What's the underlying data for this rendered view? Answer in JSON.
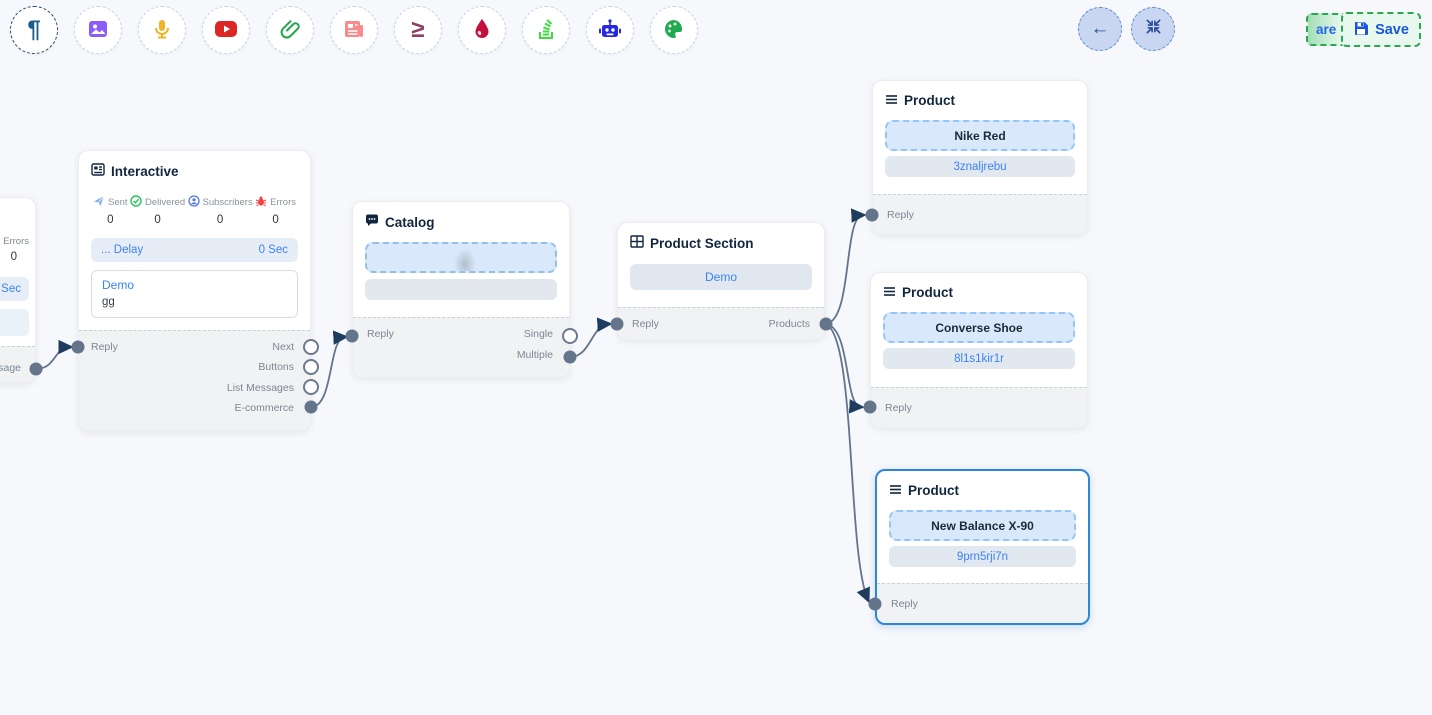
{
  "toolbar": {
    "pilcrow_glyph": "¶",
    "gte_glyph": "≥",
    "icons": [
      "text-pilcrow",
      "image",
      "microphone",
      "youtube",
      "attachment",
      "newspaper",
      "greater-equal",
      "droplet",
      "stack",
      "robot",
      "palette"
    ]
  },
  "top_right": {
    "back_glyph": "←",
    "share_partial_label": "are",
    "save_label": "Save"
  },
  "nodes": {
    "offscreen": {
      "errors_label": "Errors",
      "errors_value": "0",
      "delay_value": "Sec",
      "output_label": "essage"
    },
    "interactive": {
      "title": "Interactive",
      "stats": [
        {
          "label": "Sent",
          "value": "0"
        },
        {
          "label": "Delivered",
          "value": "0"
        },
        {
          "label": "Subscribers",
          "value": "0"
        },
        {
          "label": "Errors",
          "value": "0"
        }
      ],
      "delay_label": "... Delay",
      "delay_value": "0 Sec",
      "message_title": "Demo",
      "message_text": "gg",
      "input_label": "Reply",
      "outputs": [
        "Next",
        "Buttons",
        "List Messages",
        "E-commerce"
      ]
    },
    "catalog": {
      "title": "Catalog",
      "input_label": "Reply",
      "outputs": [
        "Single",
        "Multiple"
      ]
    },
    "product_section": {
      "title": "Product Section",
      "button_label": "Demo",
      "input_label": "Reply",
      "output_label": "Products"
    },
    "products": [
      {
        "title": "Product",
        "name": "Nike Red",
        "retailer_id": "3znaljrebu",
        "input_label": "Reply"
      },
      {
        "title": "Product",
        "name": "Converse Shoe",
        "retailer_id": "8l1s1kir1r",
        "input_label": "Reply"
      },
      {
        "title": "Product",
        "name": "New Balance X-90",
        "retailer_id": "9prn5rji7n",
        "input_label": "Reply",
        "selected": true
      }
    ]
  },
  "edges": [
    {
      "from": "offscreen-message-output",
      "to": "interactive-reply-input"
    },
    {
      "from": "interactive-ecommerce-output",
      "to": "catalog-reply-input"
    },
    {
      "from": "catalog-multiple-output",
      "to": "product-section-reply-input"
    },
    {
      "from": "product-section-products-output",
      "to": "product-1-reply-input"
    },
    {
      "from": "product-section-products-output",
      "to": "product-2-reply-input"
    },
    {
      "from": "product-section-products-output",
      "to": "product-3-reply-input"
    }
  ],
  "colors": {
    "accent_blue": "#3b82f6",
    "selected_node_border": "#2e86d8",
    "save_green": "#2aa84f",
    "edge_gray": "#64748b",
    "arrow_navy": "#1d3c5e",
    "canvas_bg": "#f7f8fb"
  }
}
